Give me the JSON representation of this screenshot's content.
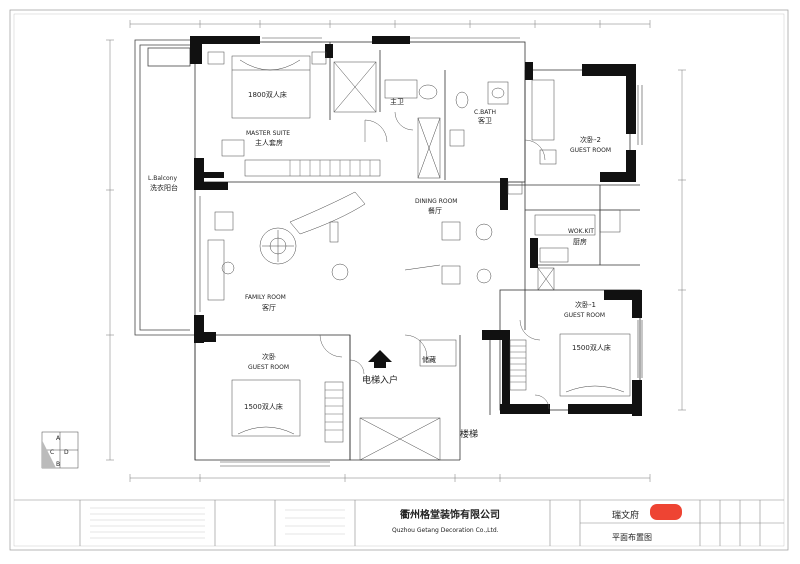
{
  "rooms": {
    "master_suite": {
      "en": "MASTER SUITE",
      "cn": "主人套房",
      "bed": "1800双人床"
    },
    "master_bath": {
      "cn": "主卫"
    },
    "bath": {
      "en": "C.BATH",
      "cn": "客卫"
    },
    "guest_room_2": {
      "cn": "次卧-2",
      "en": "GUEST ROOM"
    },
    "balcony": {
      "en": "L.Balcony",
      "cn": "洗衣阳台"
    },
    "dining": {
      "en": "DINING ROOM",
      "cn": "餐厅"
    },
    "kitchen": {
      "en": "WOK.KIT",
      "cn": "厨房"
    },
    "family": {
      "en": "FAMILY ROOM",
      "cn": "客厅"
    },
    "guest_room_1": {
      "cn": "次卧-1",
      "en": "GUEST ROOM",
      "bed": "1500双人床"
    },
    "guest_room": {
      "cn": "次卧",
      "en": "GUEST ROOM",
      "bed": "1500双人床"
    },
    "entrance": {
      "cn": "电梯入户"
    },
    "stairs": {
      "cn": "楼梯"
    },
    "storage": {
      "cn": "储藏"
    }
  },
  "compass": {
    "letters": [
      "A",
      "B",
      "C",
      "D"
    ]
  },
  "title_block": {
    "company_cn": "衢州格堂装饰有限公司",
    "company_en": "Quzhou Getang Decoration Co.,Ltd.",
    "project": "瑞文府",
    "drawing_title": "平面布置图"
  },
  "colors": {
    "wall": "#111111",
    "line": "#555555",
    "redaction": "#ee4433"
  }
}
